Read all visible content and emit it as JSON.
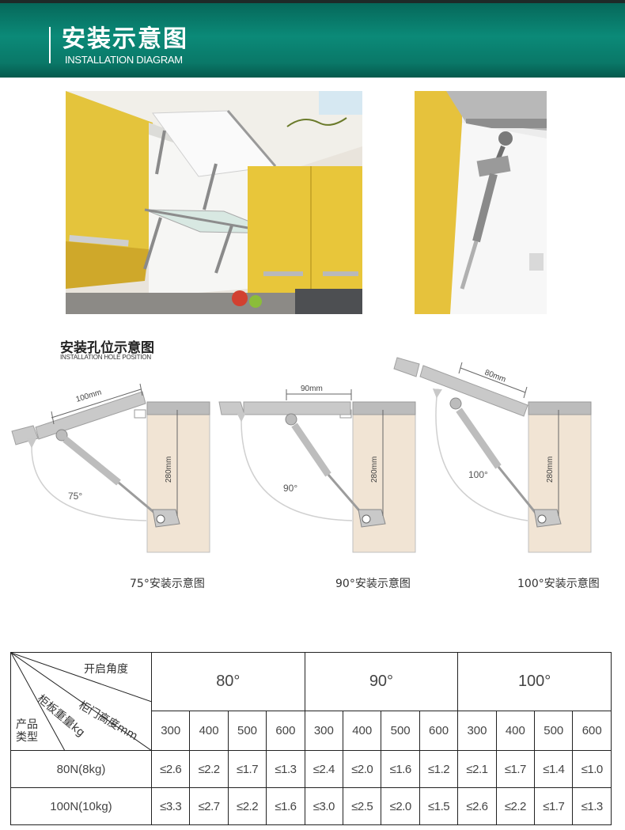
{
  "header": {
    "title": "安装示意图",
    "subtitle": "INSTALLATION DIAGRAM"
  },
  "section": {
    "title": "安装孔位示意图",
    "subtitle": "INSTALLATION HOLE POSITION"
  },
  "diagrams": [
    {
      "angle": "75°",
      "width": "100mm",
      "height": "280mm",
      "caption": "75°安装示意图"
    },
    {
      "angle": "90°",
      "width": "90mm",
      "height": "280mm",
      "caption": "90°安装示意图"
    },
    {
      "angle": "100°",
      "width": "80mm",
      "height": "280mm",
      "caption": "100°安装示意图"
    }
  ],
  "table": {
    "corner": {
      "top": "开启角度",
      "door_height": "柜门高度mm",
      "board_weight": "柜板重量kg",
      "type_line1": "产品",
      "type_line2": "类型"
    },
    "angles": [
      "80°",
      "90°",
      "100°"
    ],
    "lengths": [
      "300",
      "400",
      "500",
      "600",
      "300",
      "400",
      "500",
      "600",
      "300",
      "400",
      "500",
      "600"
    ],
    "rows": [
      {
        "label": "80N(8kg)",
        "values": [
          "≤2.6",
          "≤2.2",
          "≤1.7",
          "≤1.3",
          "≤2.4",
          "≤2.0",
          "≤1.6",
          "≤1.2",
          "≤2.1",
          "≤1.7",
          "≤1.4",
          "≤1.0"
        ]
      },
      {
        "label": "100N(10kg)",
        "values": [
          "≤3.3",
          "≤2.7",
          "≤2.2",
          "≤1.6",
          "≤3.0",
          "≤2.5",
          "≤2.0",
          "≤1.5",
          "≤2.6",
          "≤2.2",
          "≤1.7",
          "≤1.3"
        ]
      }
    ]
  }
}
